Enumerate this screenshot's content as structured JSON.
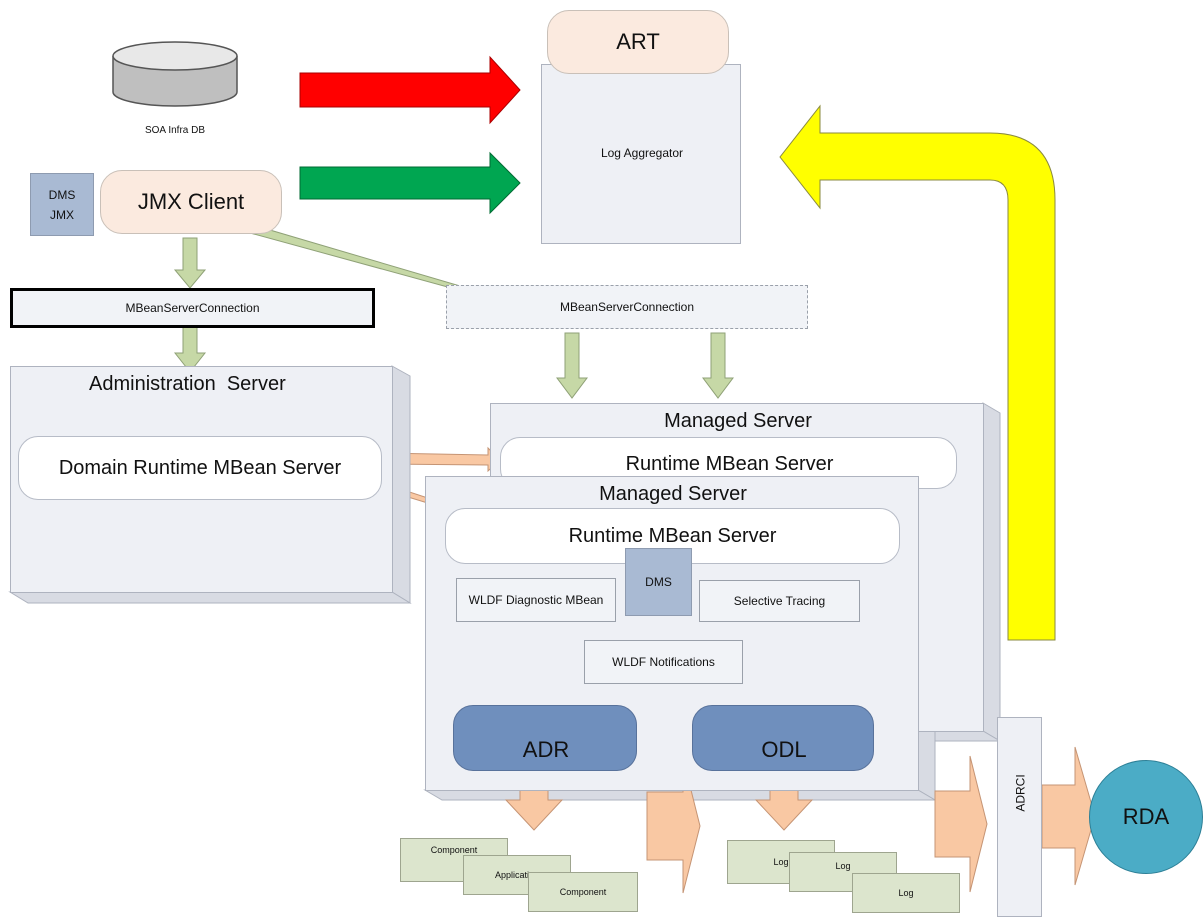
{
  "labels": {
    "art": "ART",
    "log_aggregator": "Log Aggregator",
    "soa_infra_db": "SOA Infra DB",
    "dms_jmx": "DMS\nJMX",
    "jmx_client": "JMX Client",
    "mbean_conn_1": "MBeanServerConnection",
    "mbean_conn_2": "MBeanServerConnection",
    "admin_server": "Administration  Server",
    "domain_runtime": "Domain Runtime MBean Server",
    "managed_server_back": "Managed Server",
    "runtime_back": "Runtime MBean Server",
    "managed_server_front": "Managed Server",
    "runtime_front": "Runtime MBean Server",
    "dms": "DMS",
    "wldf_diag": "WLDF Diagnostic MBean",
    "selective_tracing": "Selective Tracing",
    "wldf_notif": "WLDF Notifications",
    "adr": "ADR",
    "odl": "ODL",
    "adrci": "ADRCI",
    "rda": "RDA",
    "doc_component_1": "Component",
    "doc_application": "Application",
    "doc_component_2": "Component",
    "doc_log_1": "Log",
    "doc_log_2": "Log",
    "doc_log_3": "Log"
  },
  "colors": {
    "red_arrow": "#ff0000",
    "green_arrow": "#00a651",
    "yellow_arrow": "#ffff00",
    "pale_green_arrow": "#c6d8a6",
    "peach_arrow": "#f9c8a3",
    "rda": "#4bacc6"
  }
}
